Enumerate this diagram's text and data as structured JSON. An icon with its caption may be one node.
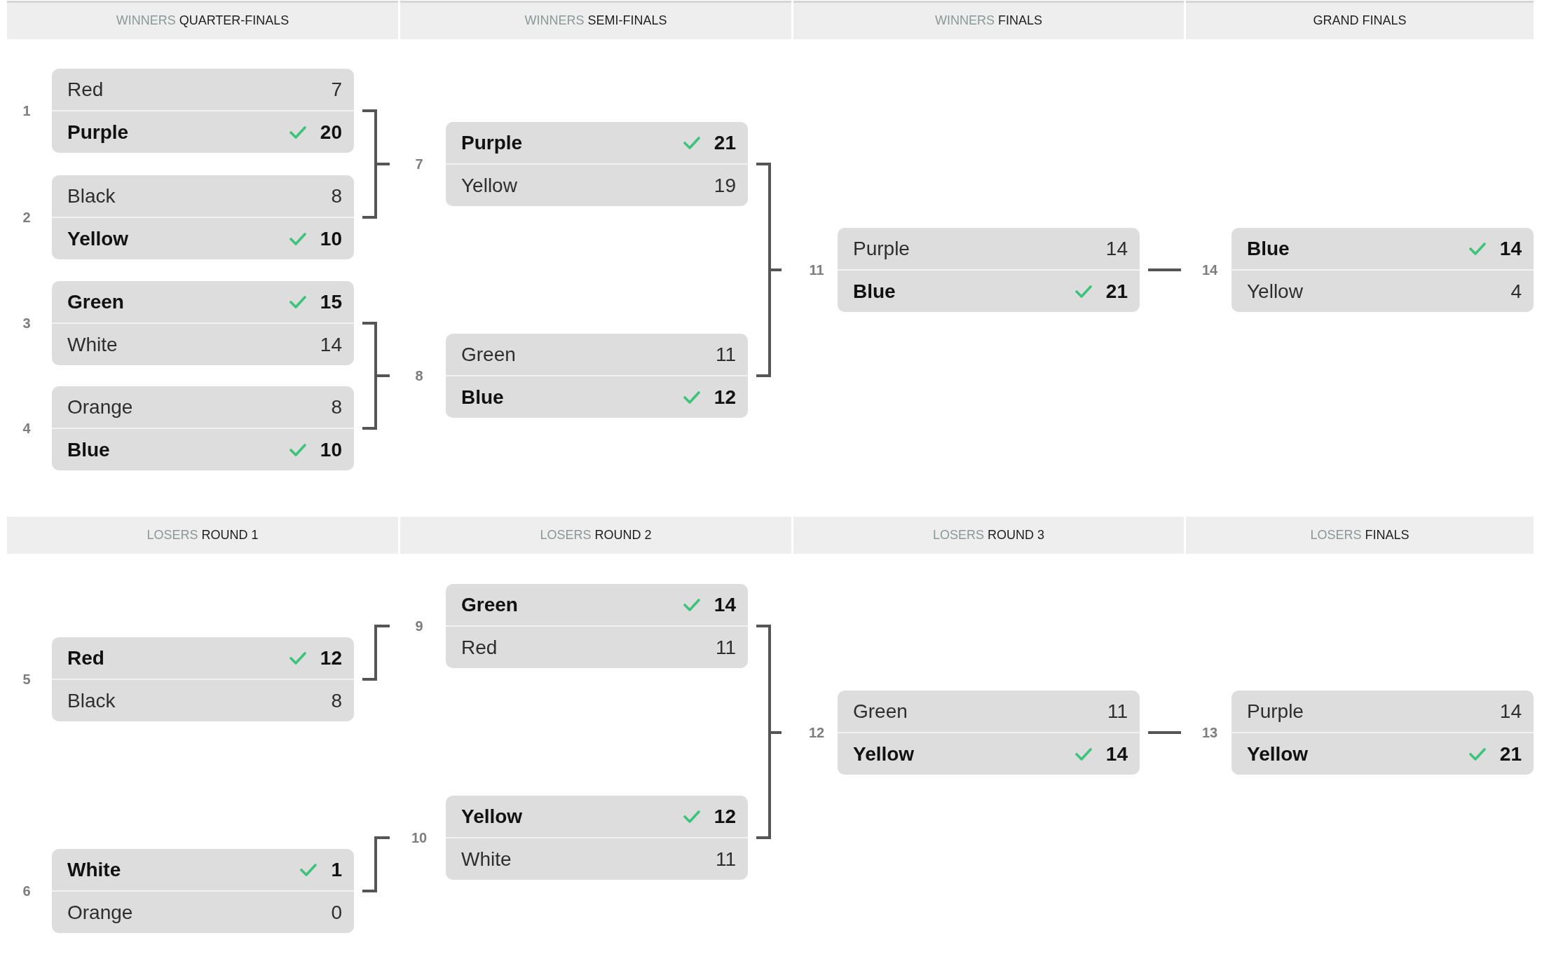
{
  "diagram": {
    "nodes": [
      {
        "text": [
          "WINNERS QUARTER-FINALS"
        ]
      },
      {
        "text": [
          "WINNERS SEMI-FINALS"
        ]
      },
      {
        "text": [
          "WINNERS FINALS"
        ]
      },
      {
        "text": [
          "GRAND FINALS"
        ]
      },
      {
        "text": [
          "Red",
          "7",
          "Purple",
          "20"
        ],
        "beside": [
          "1"
        ]
      },
      {
        "text": [
          "Black",
          "8",
          "Yellow",
          "10"
        ],
        "beside": [
          "2"
        ]
      },
      {
        "text": [
          "Green",
          "15",
          "White",
          "14"
        ],
        "beside": [
          "3"
        ]
      },
      {
        "text": [
          "Orange",
          "8",
          "Blue",
          "10"
        ],
        "beside": [
          "4"
        ]
      },
      {
        "text": [
          "Purple",
          "21",
          "Yellow",
          "19"
        ],
        "beside": [
          "7"
        ]
      },
      {
        "text": [
          "Green",
          "11",
          "Blue",
          "12"
        ],
        "beside": [
          "8"
        ]
      },
      {
        "text": [
          "Purple",
          "14",
          "Blue",
          "21"
        ],
        "beside": [
          "11"
        ]
      },
      {
        "text": [
          "Blue",
          "14",
          "Yellow",
          "4"
        ],
        "beside": [
          "14"
        ]
      },
      {
        "text": [
          "LOSERS ROUND 1"
        ]
      },
      {
        "text": [
          "LOSERS ROUND 2"
        ]
      },
      {
        "text": [
          "LOSERS ROUND 3"
        ]
      },
      {
        "text": [
          "LOSERS FINALS"
        ]
      },
      {
        "text": [
          "Red",
          "12",
          "Black",
          "8"
        ],
        "beside": [
          "5"
        ]
      },
      {
        "text": [
          "White",
          "1",
          "Orange",
          "0"
        ],
        "beside": [
          "6"
        ]
      },
      {
        "text": [
          "Green",
          "14",
          "Red",
          "11"
        ],
        "beside": [
          "9"
        ]
      },
      {
        "text": [
          "Yellow",
          "12",
          "White",
          "11"
        ],
        "beside": [
          "10"
        ]
      },
      {
        "text": [
          "Green",
          "11",
          "Yellow",
          "14"
        ],
        "beside": [
          "12"
        ]
      },
      {
        "text": [
          "Purple",
          "14",
          "Yellow",
          "21"
        ],
        "beside": [
          "13"
        ]
      }
    ],
    "edges": [
      {
        "from": 4,
        "to": 8,
        "arrow": "none"
      },
      {
        "from": 5,
        "to": 8,
        "arrow": "none"
      },
      {
        "from": 6,
        "to": 9,
        "arrow": "none"
      },
      {
        "from": 7,
        "to": 9,
        "arrow": "none"
      },
      {
        "from": 8,
        "to": 10,
        "arrow": "none"
      },
      {
        "from": 9,
        "to": 10,
        "arrow": "none"
      },
      {
        "from": 10,
        "to": 11,
        "arrow": "none"
      },
      {
        "from": 16,
        "to": 18,
        "arrow": "none"
      },
      {
        "from": 17,
        "to": 19,
        "arrow": "none"
      },
      {
        "from": 18,
        "to": 20,
        "arrow": "none"
      },
      {
        "from": 19,
        "to": 20,
        "arrow": "none"
      },
      {
        "from": 20,
        "to": 21,
        "arrow": "none"
      }
    ]
  }
}
